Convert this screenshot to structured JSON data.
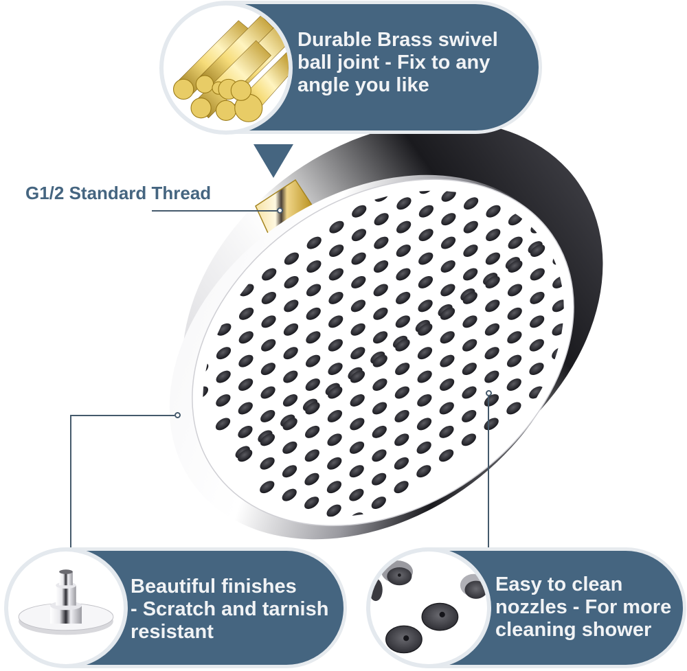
{
  "callouts": {
    "top": {
      "lines": [
        "Durable Brass swivel",
        "ball joint - Fix to any",
        "angle you like"
      ],
      "thumb_icon": "brass-rods-icon"
    },
    "thread_label": "G1/2 Standard Thread",
    "bottom_left": {
      "lines": [
        "Beautiful finishes",
        "- Scratch and tarnish",
        "resistant"
      ],
      "thumb_icon": "shower-head-side-icon"
    },
    "bottom_right": {
      "lines": [
        "Easy to clean",
        "nozzles - For more",
        "cleaning shower"
      ],
      "thumb_icon": "rubber-nozzles-icon"
    }
  },
  "colors": {
    "pill_bg": "#456580",
    "pill_border": "#e6eaee",
    "pill_text": "#f1f3f5",
    "label_text": "#456580",
    "leader_line": "#44596b",
    "brass": "#c9a227",
    "chrome_dark": "#1e1e22"
  },
  "product": {
    "name": "shower-head",
    "finish": "chrome",
    "connector": "brass ball joint"
  }
}
